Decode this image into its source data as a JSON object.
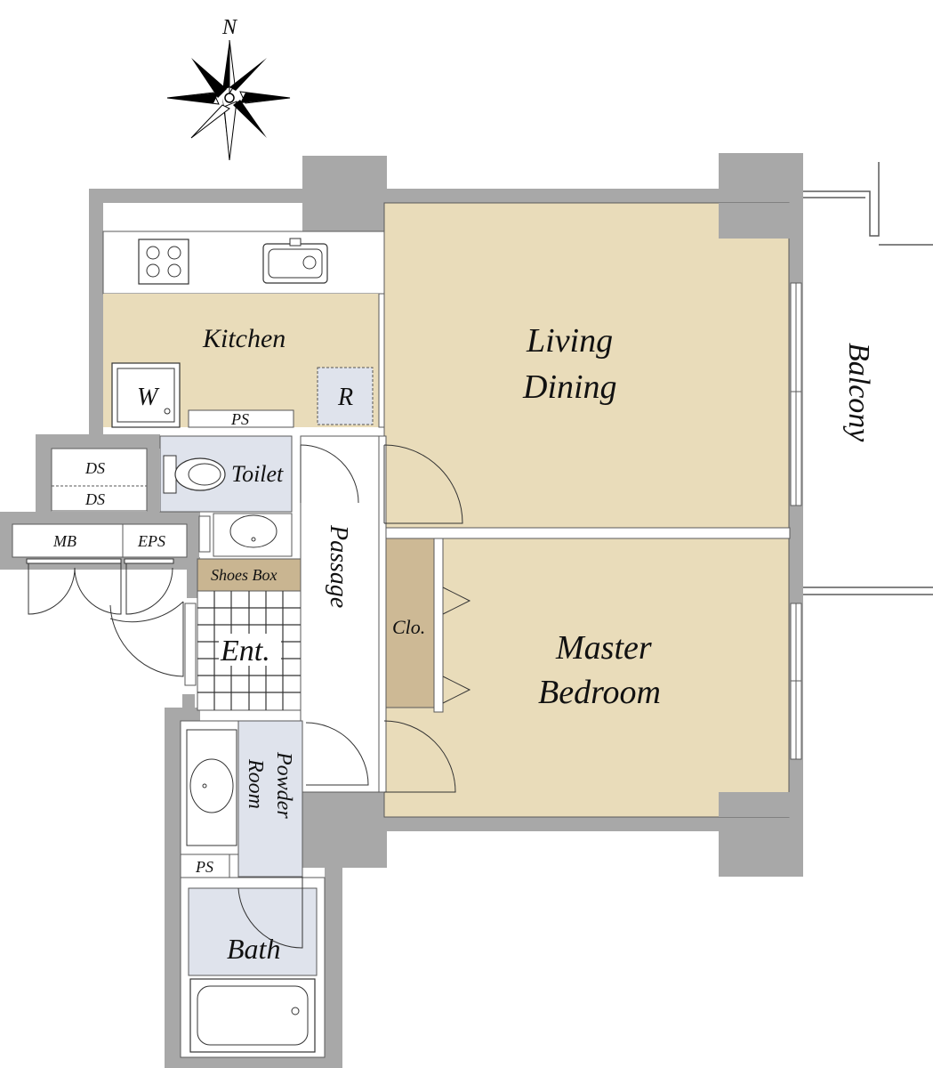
{
  "compass": {
    "north_label": "N"
  },
  "rooms": {
    "kitchen": "Kitchen",
    "living_line1": "Living",
    "living_line2": "Dining",
    "balcony": "Balcony",
    "toilet": "Toilet",
    "passage": "Passage",
    "shoes_box": "Shoes Box",
    "entrance": "Ent.",
    "closet": "Clo.",
    "master_line1": "Master",
    "master_line2": "Bedroom",
    "powder_line1": "Powder",
    "powder_line2": "Room",
    "bath": "Bath"
  },
  "fixtures": {
    "washer": "W",
    "refrigerator": "R",
    "pipe_space": "PS",
    "duct_space": "DS",
    "meter_box": "MB",
    "eps": "EPS"
  },
  "colors": {
    "wall": "#a8a8a8",
    "wall_dark": "#bdbdbd",
    "room_beige": "#e9dcba",
    "room_blue": "#dfe3ec",
    "shoes_box": "#c9b591",
    "closet": "#cdb995",
    "outline": "#5a5a5a"
  }
}
